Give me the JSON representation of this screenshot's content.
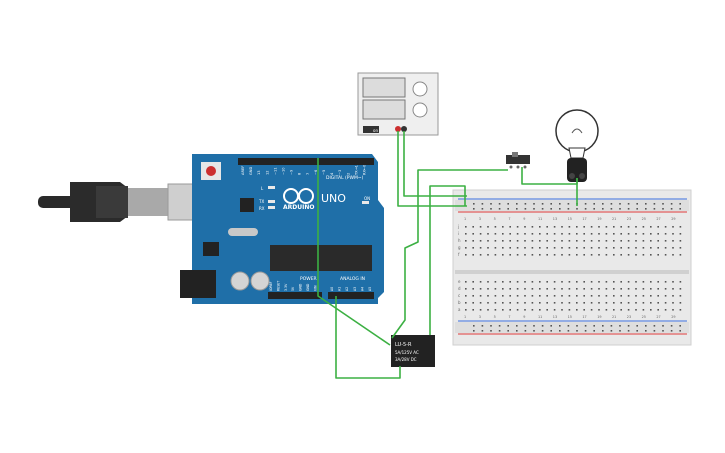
{
  "arduino": {
    "brand": "ARDUINO",
    "model": "UNO",
    "digital_header": "DIGITAL (PWM~)",
    "power_header": "POWER",
    "analog_header": "ANALOG IN",
    "on_led": "ON",
    "l_led": "L",
    "tx_led": "TX",
    "rx_led": "RX",
    "digital_pins": [
      "AREF",
      "GND",
      "13",
      "12",
      "~11",
      "~10",
      "~9",
      "8",
      "7",
      "~6",
      "~5",
      "4",
      "~3",
      "2",
      "TX→1",
      "RX←0"
    ],
    "power_pins": [
      "IOREF",
      "RESET",
      "3.3V",
      "5V",
      "GND",
      "GND",
      "VIN"
    ],
    "analog_pins": [
      "A0",
      "A1",
      "A2",
      "A3",
      "A4",
      "A5"
    ]
  },
  "relay": {
    "model": "LU-5-R",
    "rating1": "5A/125V AC",
    "rating2": "3A/28V DC"
  },
  "power_supply": {
    "button": "on"
  },
  "breadboard": {
    "top_letters": [
      "j",
      "i",
      "h",
      "g",
      "f"
    ],
    "bottom_letters": [
      "e",
      "d",
      "c",
      "b",
      "a"
    ],
    "column_numbers": [
      "1",
      "3",
      "5",
      "7",
      "9",
      "11",
      "13",
      "15",
      "17",
      "19",
      "21",
      "23",
      "25",
      "27",
      "29"
    ]
  },
  "colors": {
    "wire": "#3cb043",
    "board": "#1f6fa8",
    "bus_red": "#e03b3b",
    "bus_blue": "#3b6fe0"
  }
}
